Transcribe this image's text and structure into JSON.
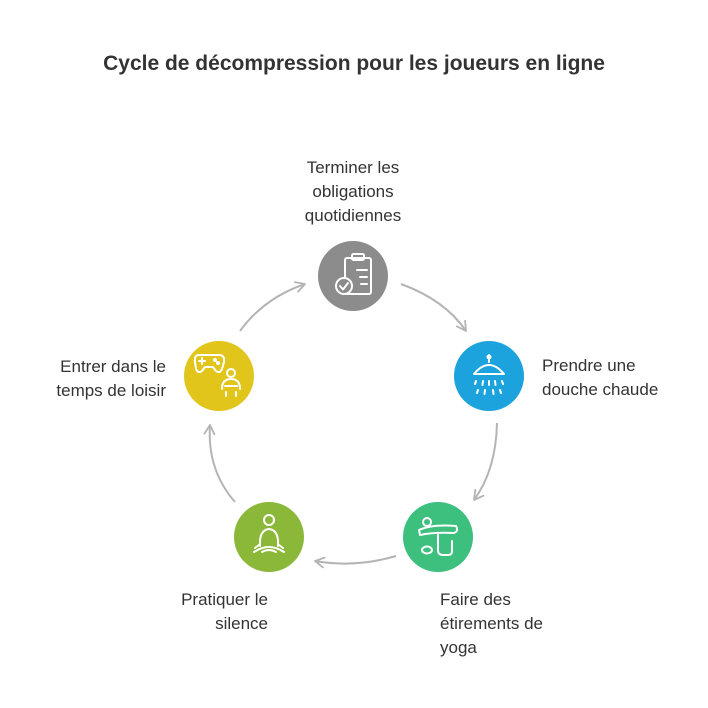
{
  "title": "Cycle de décompression pour les joueurs en ligne",
  "colors": {
    "step1": "#8c8c8c",
    "step2": "#1ca3dd",
    "step3": "#3dbf7e",
    "step4": "#8cb83a",
    "step5": "#e2c51b",
    "arrow": "#b4b4b4",
    "text": "#333333"
  },
  "steps": [
    {
      "lines": [
        "Terminer les",
        "obligations",
        "quotidiennes"
      ],
      "icon": "clipboard-check-icon"
    },
    {
      "lines": [
        "Prendre une",
        "douche chaude"
      ],
      "icon": "shower-icon"
    },
    {
      "lines": [
        "Faire des",
        "étirements de",
        "yoga"
      ],
      "icon": "yoga-stretch-icon"
    },
    {
      "lines": [
        "Pratiquer le",
        "silence"
      ],
      "icon": "meditation-icon"
    },
    {
      "lines": [
        "Entrer dans le",
        "temps de loisir"
      ],
      "icon": "gamer-icon"
    }
  ]
}
